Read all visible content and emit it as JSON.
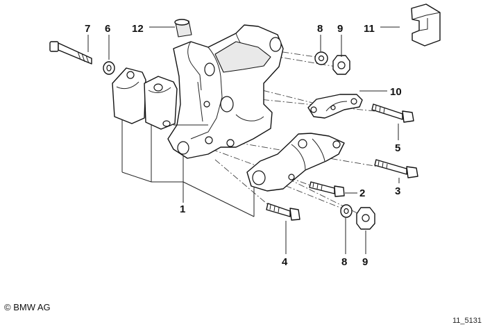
{
  "callouts": {
    "c1": "1",
    "c2": "2",
    "c3": "3",
    "c4": "4",
    "c5": "5",
    "c6": "6",
    "c7": "7",
    "c8_top": "8",
    "c8_bottom": "8",
    "c9_top": "9",
    "c9_bottom": "9",
    "c10": "10",
    "c11": "11",
    "c12": "12"
  },
  "copyright": "© BMW AG",
  "drawing_ref": "11_5131"
}
